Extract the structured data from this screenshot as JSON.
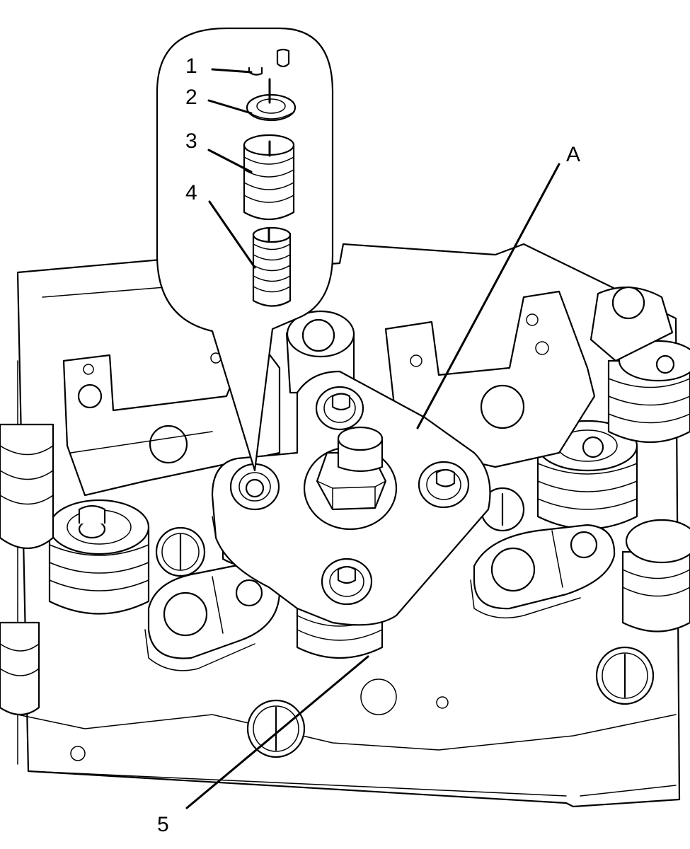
{
  "callouts": {
    "c1": "1",
    "c2": "2",
    "c3": "3",
    "c4": "4",
    "c5": "5",
    "cA": "A"
  }
}
